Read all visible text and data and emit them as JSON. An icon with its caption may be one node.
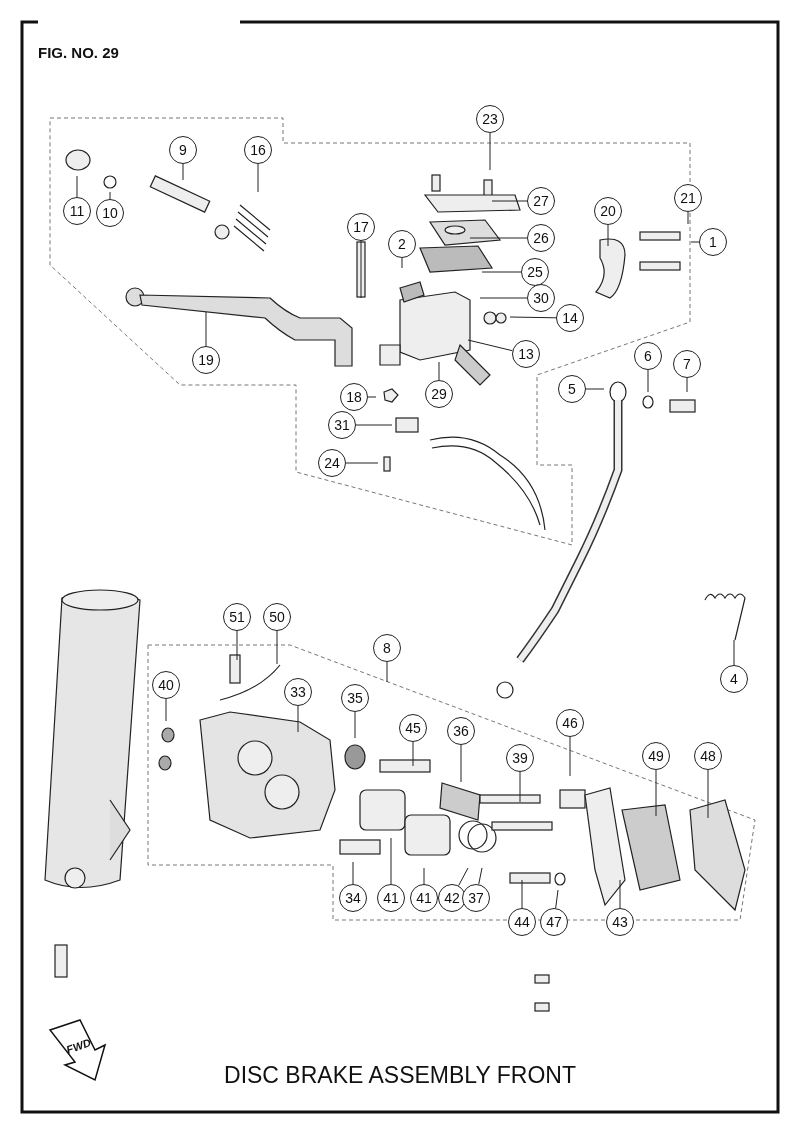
{
  "diagram": {
    "title": "DISC BRAKE ASSEMBLY FRONT",
    "nodes": [
      {
        "text": [
          "23"
        ]
      },
      {
        "text": [
          "9"
        ]
      },
      {
        "text": [
          "16"
        ]
      },
      {
        "text": [
          "11"
        ]
      },
      {
        "text": [
          "10"
        ]
      },
      {
        "text": [
          "27"
        ]
      },
      {
        "text": [
          "21"
        ]
      },
      {
        "text": [
          "20"
        ]
      },
      {
        "text": [
          "1"
        ]
      },
      {
        "text": [
          "17"
        ]
      },
      {
        "text": [
          "2"
        ]
      },
      {
        "text": [
          "26"
        ]
      },
      {
        "text": [
          "25"
        ]
      },
      {
        "text": [
          "30"
        ]
      },
      {
        "text": [
          "14"
        ]
      },
      {
        "text": [
          "13"
        ]
      },
      {
        "text": [
          "19"
        ]
      },
      {
        "text": [
          "6"
        ]
      },
      {
        "text": [
          "7"
        ]
      },
      {
        "text": [
          "5"
        ]
      },
      {
        "text": [
          "29"
        ]
      },
      {
        "text": [
          "18"
        ]
      },
      {
        "text": [
          "31"
        ]
      },
      {
        "text": [
          "24"
        ]
      },
      {
        "text": [
          "51"
        ]
      },
      {
        "text": [
          "50"
        ]
      },
      {
        "text": [
          "8"
        ]
      },
      {
        "text": [
          "4"
        ]
      },
      {
        "text": [
          "40"
        ]
      },
      {
        "text": [
          "33"
        ]
      },
      {
        "text": [
          "35"
        ]
      },
      {
        "text": [
          "45"
        ]
      },
      {
        "text": [
          "36"
        ]
      },
      {
        "text": [
          "46"
        ]
      },
      {
        "text": [
          "39"
        ]
      },
      {
        "text": [
          "49"
        ]
      },
      {
        "text": [
          "48"
        ]
      },
      {
        "text": [
          "34"
        ]
      },
      {
        "text": [
          "41"
        ]
      },
      {
        "text": [
          "41"
        ]
      },
      {
        "text": [
          "42"
        ]
      },
      {
        "text": [
          "37"
        ]
      },
      {
        "text": [
          "44"
        ]
      },
      {
        "text": [
          "47"
        ]
      },
      {
        "text": [
          "43"
        ]
      }
    ],
    "edges": [
      {
        "from": 0,
        "to": null,
        "arrow": "none"
      },
      {
        "from": 1,
        "to": null,
        "arrow": "none"
      },
      {
        "from": 2,
        "to": null,
        "arrow": "none"
      },
      {
        "from": 3,
        "to": null,
        "arrow": "none"
      },
      {
        "from": 4,
        "to": null,
        "arrow": "none"
      },
      {
        "from": 5,
        "to": null,
        "arrow": "none"
      },
      {
        "from": 6,
        "to": null,
        "arrow": "none"
      },
      {
        "from": 7,
        "to": null,
        "arrow": "none"
      },
      {
        "from": 8,
        "to": null,
        "arrow": "none"
      },
      {
        "from": 9,
        "to": null,
        "arrow": "none"
      },
      {
        "from": 10,
        "to": null,
        "arrow": "none"
      },
      {
        "from": 11,
        "to": null,
        "arrow": "none"
      },
      {
        "from": 12,
        "to": null,
        "arrow": "none"
      },
      {
        "from": 13,
        "to": null,
        "arrow": "none"
      },
      {
        "from": 14,
        "to": null,
        "arrow": "none"
      },
      {
        "from": 15,
        "to": null,
        "arrow": "none"
      },
      {
        "from": 16,
        "to": null,
        "arrow": "none"
      },
      {
        "from": 17,
        "to": null,
        "arrow": "none"
      },
      {
        "from": 18,
        "to": null,
        "arrow": "none"
      },
      {
        "from": 19,
        "to": null,
        "arrow": "none"
      },
      {
        "from": 20,
        "to": null,
        "arrow": "none"
      },
      {
        "from": 21,
        "to": null,
        "arrow": "none"
      },
      {
        "from": 22,
        "to": null,
        "arrow": "none"
      },
      {
        "from": 23,
        "to": null,
        "arrow": "none"
      },
      {
        "from": 24,
        "to": null,
        "arrow": "none"
      },
      {
        "from": 25,
        "to": null,
        "arrow": "none"
      },
      {
        "from": 26,
        "to": null,
        "arrow": "none"
      },
      {
        "from": 27,
        "to": null,
        "arrow": "none"
      },
      {
        "from": 28,
        "to": null,
        "arrow": "none"
      },
      {
        "from": 29,
        "to": null,
        "arrow": "none"
      },
      {
        "from": 30,
        "to": null,
        "arrow": "none"
      },
      {
        "from": 31,
        "to": null,
        "arrow": "none"
      },
      {
        "from": 32,
        "to": null,
        "arrow": "none"
      },
      {
        "from": 33,
        "to": null,
        "arrow": "none"
      },
      {
        "from": 34,
        "to": null,
        "arrow": "none"
      },
      {
        "from": 35,
        "to": null,
        "arrow": "none"
      },
      {
        "from": 36,
        "to": null,
        "arrow": "none"
      },
      {
        "from": 37,
        "to": null,
        "arrow": "none"
      },
      {
        "from": 38,
        "to": null,
        "arrow": "none"
      },
      {
        "from": 39,
        "to": null,
        "arrow": "none"
      },
      {
        "from": 40,
        "to": null,
        "arrow": "none"
      },
      {
        "from": 41,
        "to": null,
        "arrow": "none"
      },
      {
        "from": 42,
        "to": null,
        "arrow": "none"
      },
      {
        "from": 43,
        "to": null,
        "arrow": "none"
      },
      {
        "from": 44,
        "to": null,
        "arrow": "none"
      }
    ],
    "labels": [
      "FIG. NO. 29",
      "FWD"
    ]
  }
}
